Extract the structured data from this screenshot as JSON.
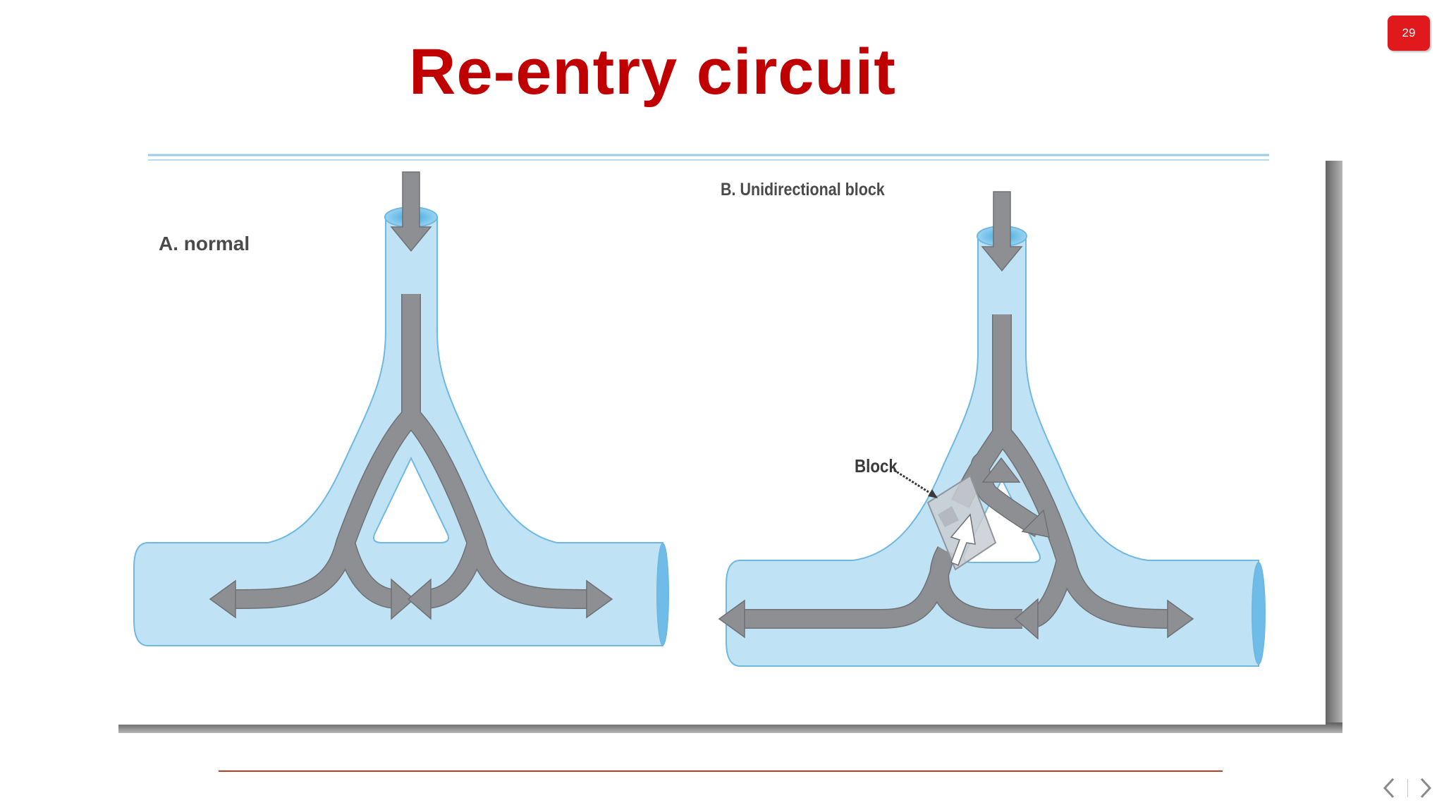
{
  "slide": {
    "title": "Re-entry circuit",
    "page_number": "29"
  },
  "diagram": {
    "panel_a_label": "A. normal",
    "panel_b_label": "B. Unidirectional block",
    "block_label": "Block"
  },
  "colors": {
    "title": "#c00000",
    "badge": "#e0191d",
    "fiber_fill": "#bfe3f5",
    "fiber_edge": "#6fb8e0",
    "arrow_fill": "#8d8f93",
    "arrow_edge": "#6e7074",
    "frame_top_line": "#9ccce6",
    "footer_line": "#c0392b"
  },
  "icons": {
    "prev": "chevron-left-icon",
    "next": "chevron-right-icon"
  }
}
